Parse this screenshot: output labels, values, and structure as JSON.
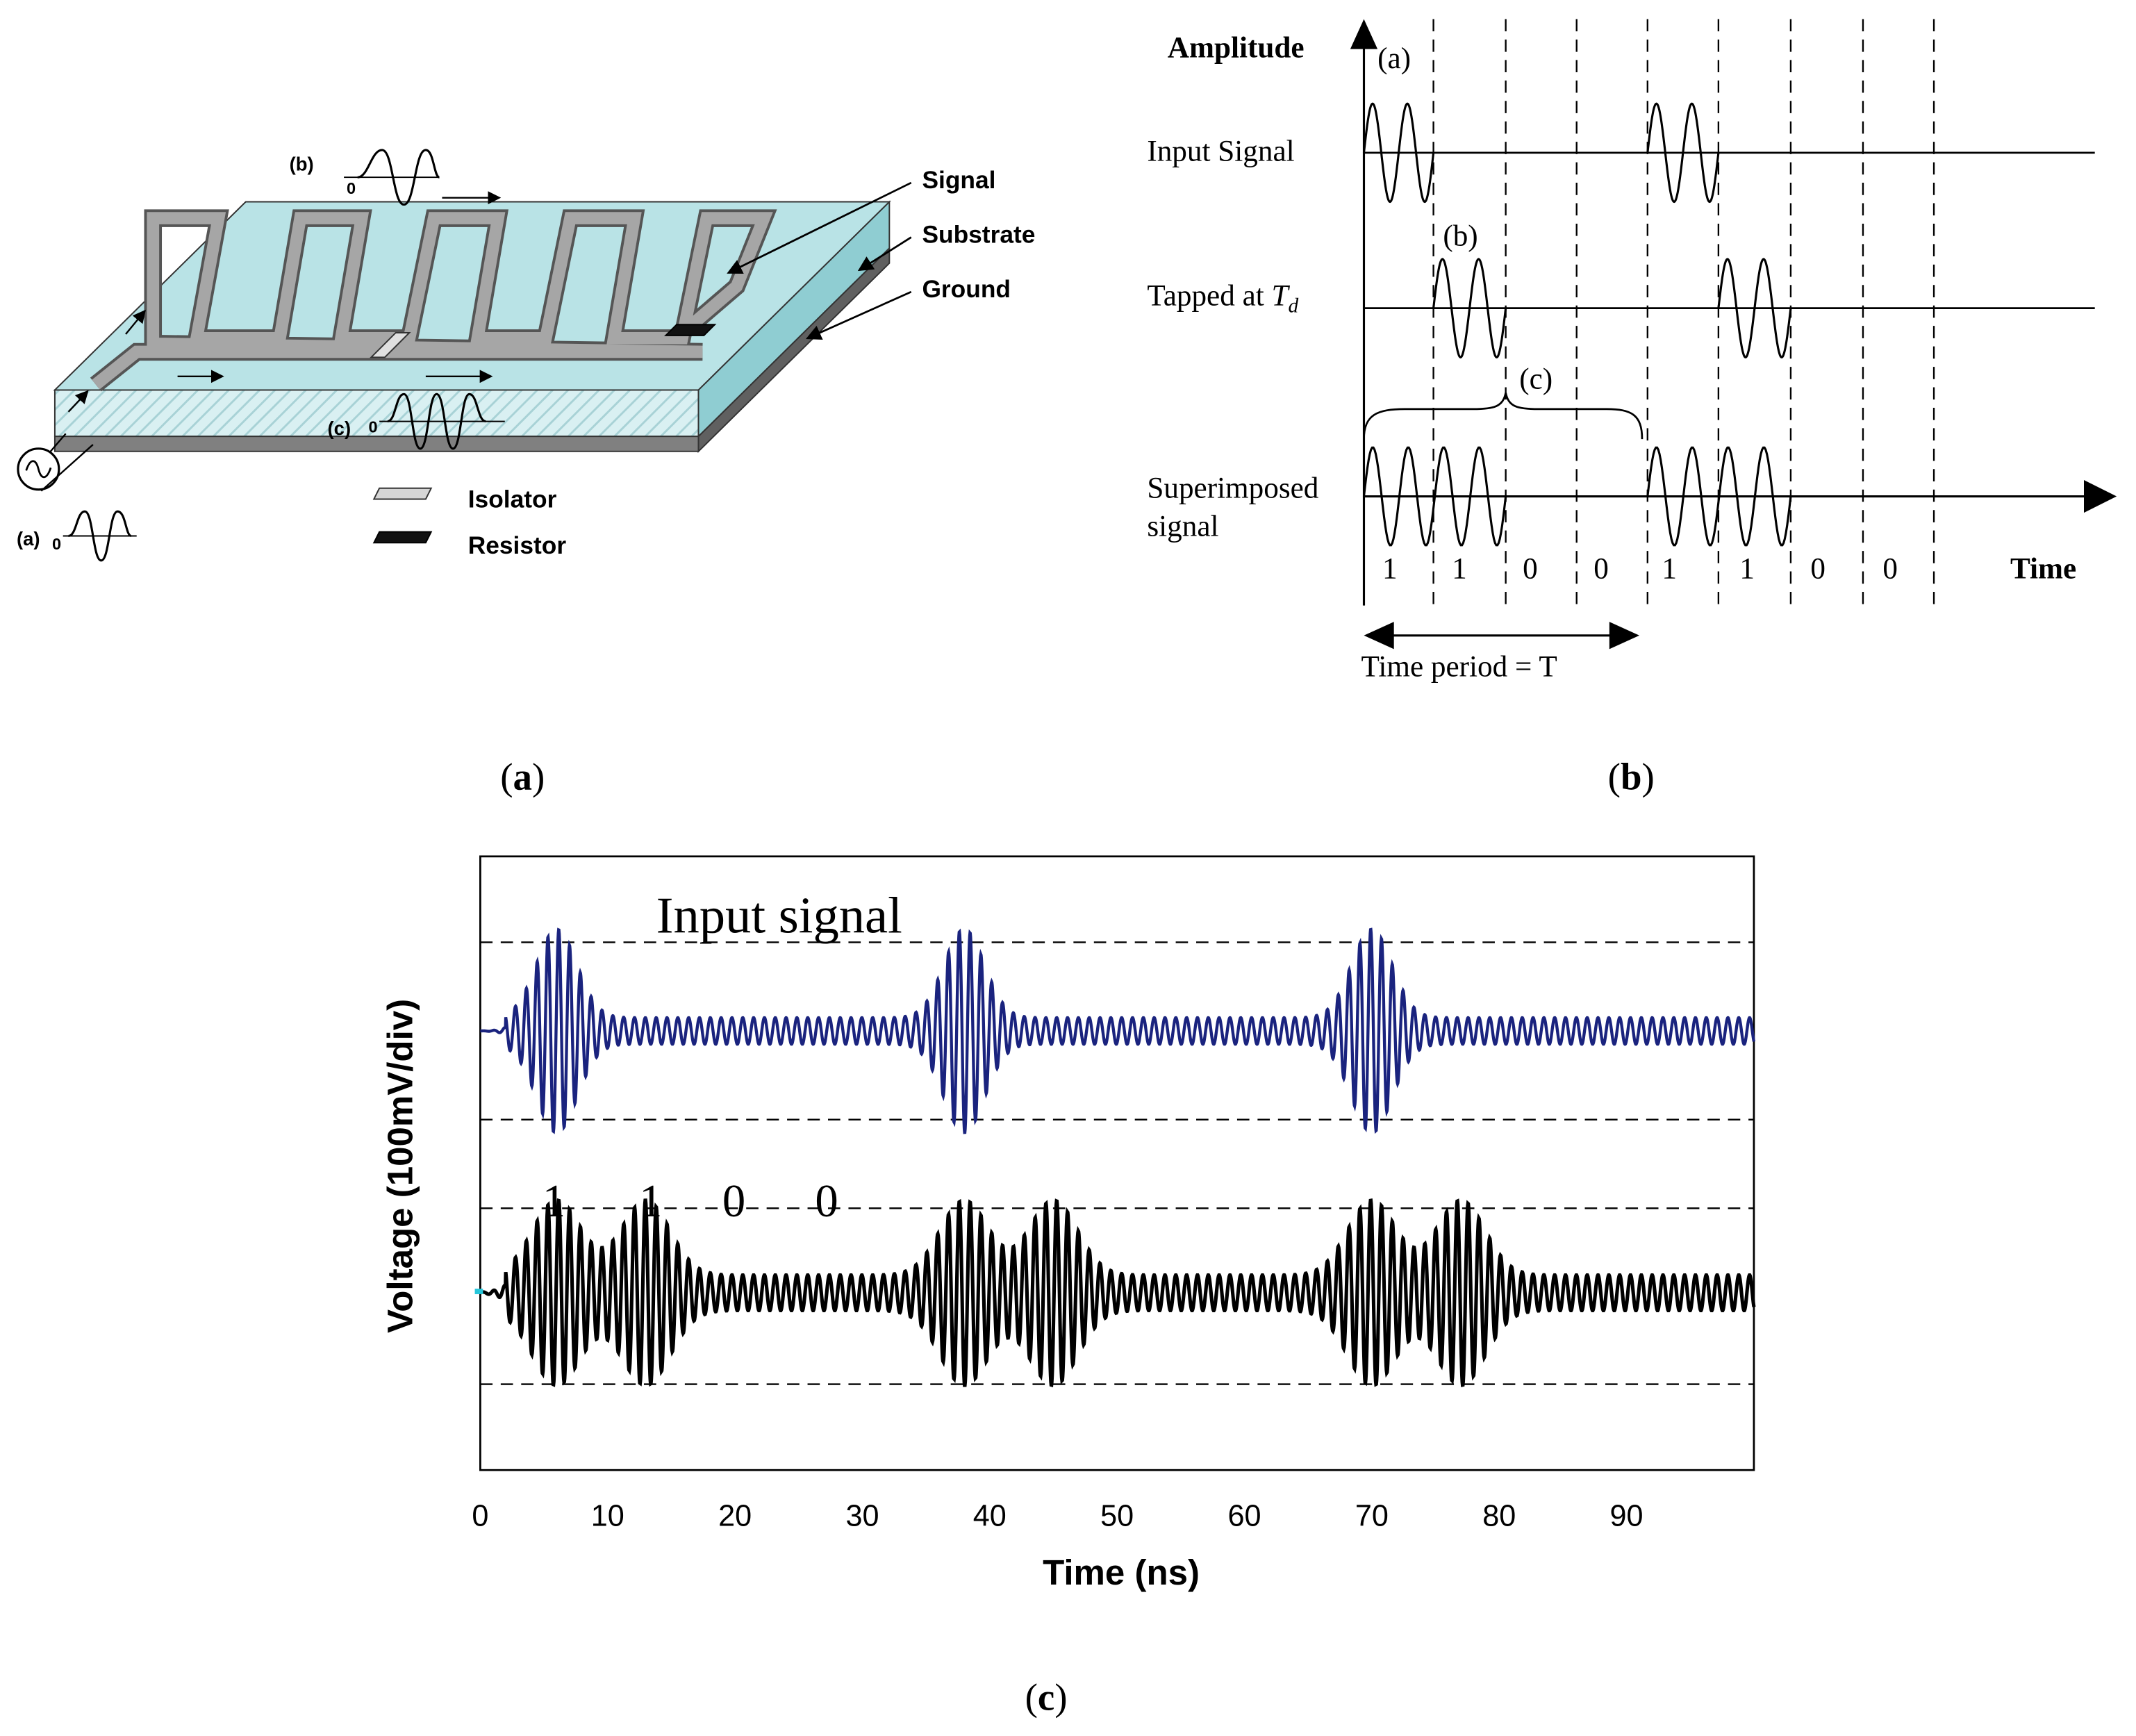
{
  "panel_a": {
    "label_a": "(a)",
    "label_b": "(b)",
    "label_c": "(c)",
    "zero": "0",
    "labels": {
      "signal": "Signal",
      "substrate": "Substrate",
      "ground": "Ground",
      "isolator": "Isolator",
      "resistor": "Resistor"
    },
    "colors": {
      "substrate": "#b9e3e6",
      "trace": "#9a9a9a",
      "ground": "#808080"
    }
  },
  "panel_b": {
    "y_label": "Amplitude",
    "x_label": "Time",
    "marker_a": "(a)",
    "marker_b": "(b)",
    "marker_c": "(c)",
    "rows": {
      "input": "Input Signal",
      "tapped_prefix": "Tapped at ",
      "tapped_T": "T",
      "tapped_sub": "d",
      "superimposed_1": "Superimposed",
      "superimposed_2": "signal"
    },
    "bits": [
      "1",
      "1",
      "0",
      "0",
      "1",
      "1",
      "0",
      "0"
    ],
    "period_label": "Time period = T"
  },
  "panel_c": {
    "ylabel": "Voltage (100mV/div)",
    "xlabel": "Time (ns)",
    "annotation_input": "Input signal",
    "bit_labels": [
      "1",
      "1",
      "0",
      "0"
    ],
    "colors": {
      "input": "#1a237e",
      "output": "#000000"
    }
  },
  "chart_data": {
    "type": "line",
    "title": "",
    "xlabel": "Time (ns)",
    "ylabel": "Voltage (100mV/div)",
    "xlim": [
      0,
      100
    ],
    "x_ticks": [
      0,
      10,
      20,
      30,
      40,
      50,
      60,
      70,
      80,
      90
    ],
    "grid": "dashed horizontal reference lines",
    "series": [
      {
        "name": "Input signal",
        "bursts_ns": [
          6,
          38,
          70
        ],
        "burst_peak_div": 1.0,
        "baseline_ripple_div": 0.15
      },
      {
        "bursts_ns": [
          6,
          13,
          38,
          45,
          70,
          77
        ],
        "burst_peak_div": 1.0,
        "baseline_ripple_div": 0.2
      }
    ]
  },
  "captions": {
    "a": "a",
    "b": "b",
    "c": "c"
  }
}
